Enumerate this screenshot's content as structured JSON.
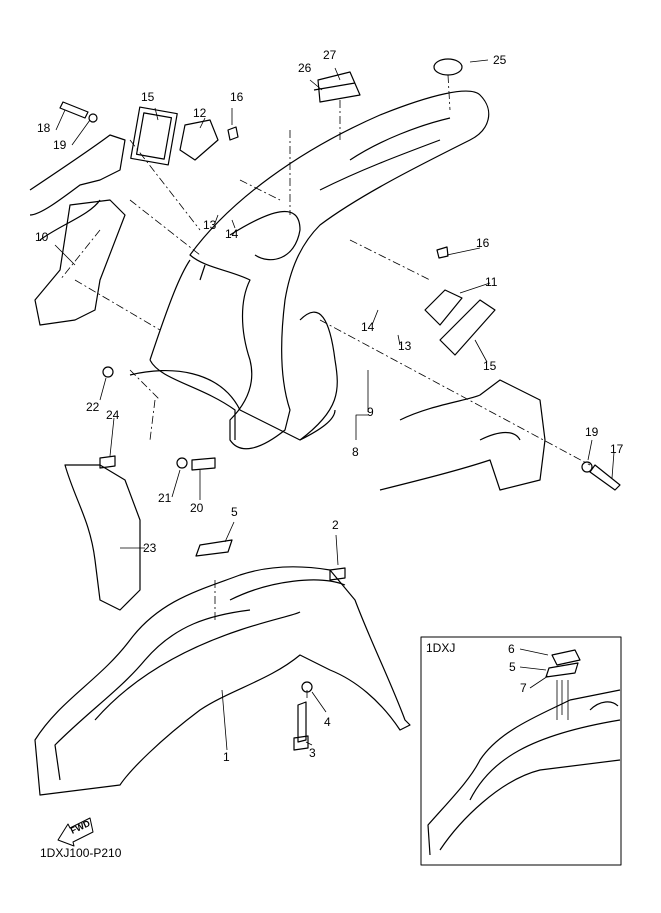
{
  "diagram": {
    "code": "1DXJ100-P210",
    "fwd_label": "FWD",
    "inset": {
      "title": "1DXJ",
      "callouts": [
        "6",
        "5",
        "7"
      ]
    },
    "callouts": {
      "c27": "27",
      "c26": "26",
      "c25": "25",
      "c15a": "15",
      "c12": "12",
      "c16a": "16",
      "c18": "18",
      "c19a": "19",
      "c10": "10",
      "c13a": "13",
      "c14a": "14",
      "c16b": "16",
      "c11": "11",
      "c14b": "14",
      "c13b": "13",
      "c15b": "15",
      "c9": "9",
      "c8": "8",
      "c22": "22",
      "c24": "24",
      "c19b": "19",
      "c17": "17",
      "c21": "21",
      "c20": "20",
      "c5": "5",
      "c2": "2",
      "c23": "23",
      "c1": "1",
      "c4": "4",
      "c3": "3"
    }
  }
}
